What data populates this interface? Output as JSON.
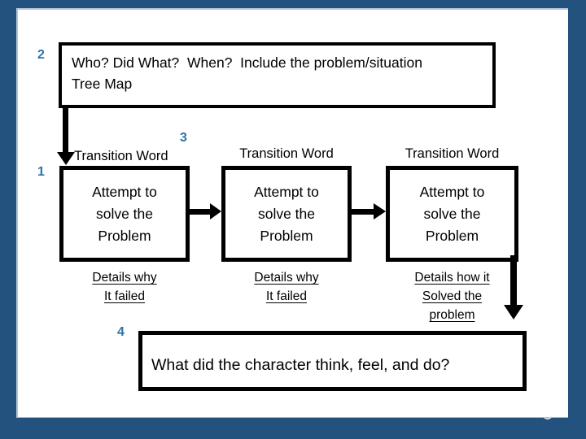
{
  "colors": {
    "frame_blue": "#24527E",
    "edge_highlight_blue": "#B6C6DA",
    "step_number_blue": "#2B73A9",
    "box_border_black": "#000000",
    "canvas_white": "#FFFFFF"
  },
  "step_numbers": {
    "one": "1",
    "two": "2",
    "three": "3",
    "four": "4"
  },
  "top_box": {
    "lines": [
      "Who? Did What?  When?  Include the problem/situation",
      "Tree Map"
    ]
  },
  "attempts": [
    {
      "transition_label": "Transition Word",
      "box_lines": [
        "Attempt to",
        "solve the",
        "Problem"
      ],
      "detail_lines": [
        "Details why",
        "It failed"
      ]
    },
    {
      "transition_label": "Transition Word",
      "box_lines": [
        "Attempt to",
        "solve the",
        "Problem"
      ],
      "detail_lines": [
        "Details why",
        "It failed"
      ]
    },
    {
      "transition_label": "Transition Word",
      "box_lines": [
        "Attempt to",
        "solve the",
        "Problem"
      ],
      "detail_lines": [
        "Details how it",
        "Solved the",
        "problem"
      ]
    }
  ],
  "bottom_box": {
    "text": "What did the character think, feel, and do?"
  }
}
